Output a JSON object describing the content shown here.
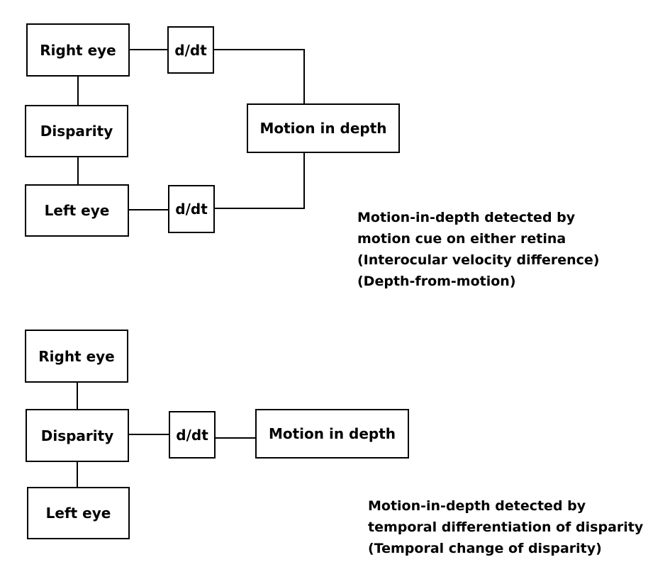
{
  "diagram_top": {
    "right_eye": "Right eye",
    "disparity": "Disparity",
    "left_eye": "Left eye",
    "ddt_right": "d/dt",
    "ddt_left": "d/dt",
    "motion": "Motion in depth",
    "caption": [
      "Motion-in-depth detected by",
      "motion cue on either retina",
      "(Interocular velocity difference)",
      "(Depth-from-motion)"
    ]
  },
  "diagram_bottom": {
    "right_eye": "Right eye",
    "disparity": "Disparity",
    "left_eye": "Left eye",
    "ddt": "d/dt",
    "motion": "Motion in depth",
    "caption": [
      "Motion-in-depth detected by",
      "temporal differentiation of disparity",
      "(Temporal change of disparity)"
    ]
  }
}
